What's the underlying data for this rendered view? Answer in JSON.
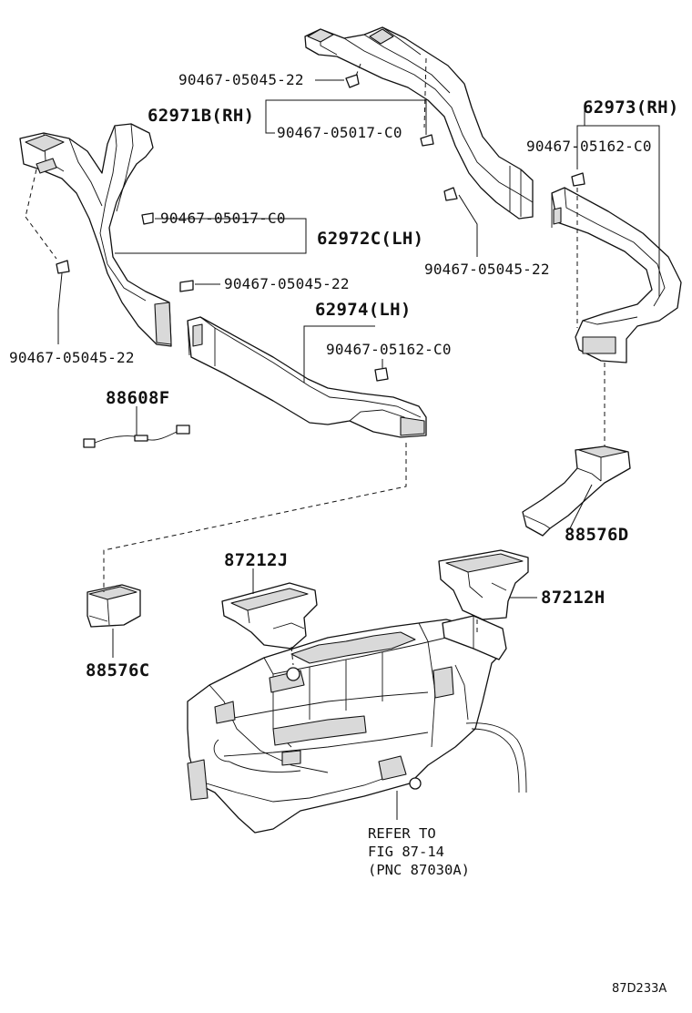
{
  "labels": {
    "screw_top": "90467-05045-22",
    "duct_62971b": "62971B(RH)",
    "clip_top": "90467-05017-C0",
    "duct_62973": "62973(RH)",
    "clip_62973": "90467-05162-C0",
    "clip_left": "90467-05017-C0",
    "duct_62972c": "62972C(LH)",
    "screw_right": "90467-05045-22",
    "screw_mid": "90467-05045-22",
    "duct_62974": "62974(LH)",
    "clip_62974": "90467-05162-C0",
    "screw_left": "90467-05045-22",
    "sensor_88608f": "88608F",
    "duct_88576d": "88576D",
    "duct_87212j": "87212J",
    "duct_87212h": "87212H",
    "duct_88576c": "88576C",
    "refer_line1": "REFER TO",
    "refer_line2": "FIG 87-14",
    "refer_line3": "(PNC 87030A)",
    "diagram_code": "87D233A"
  }
}
